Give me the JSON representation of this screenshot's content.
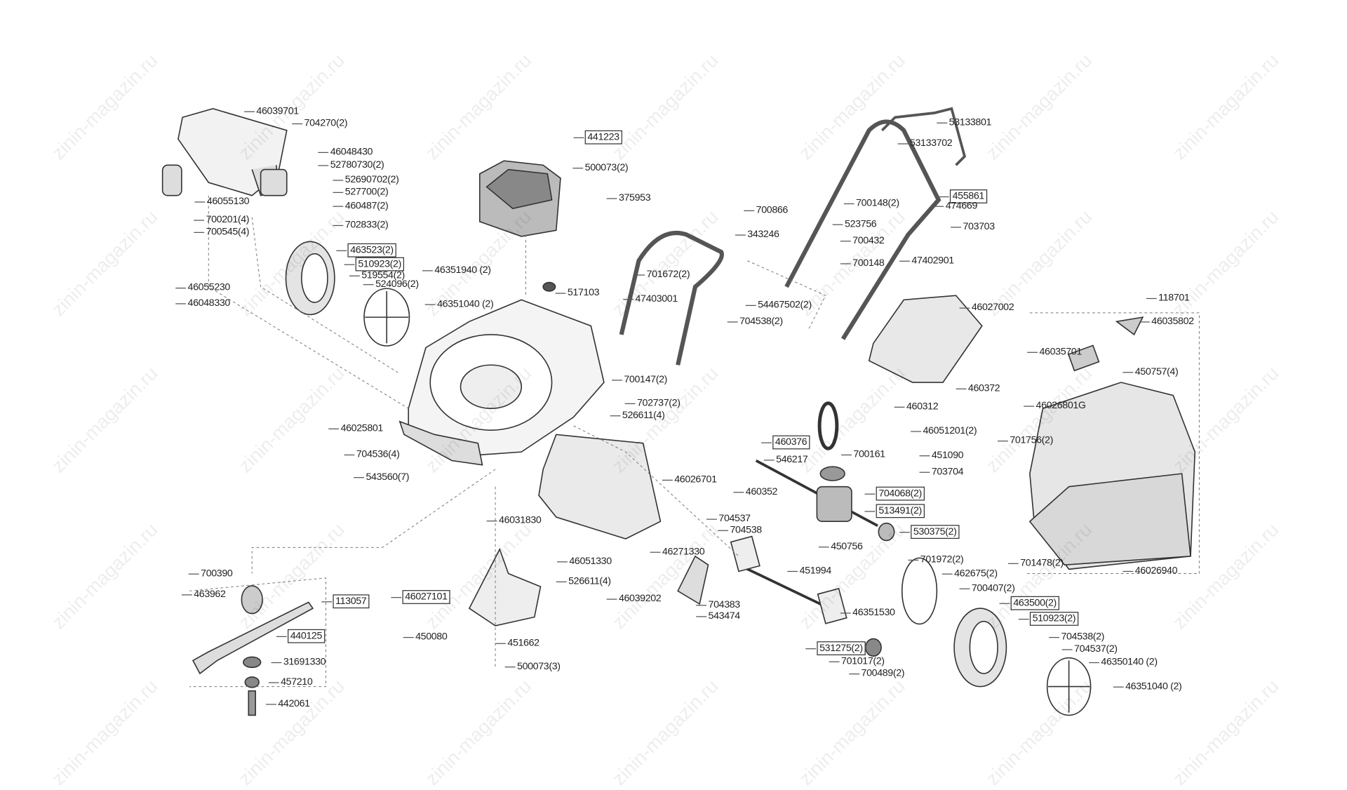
{
  "watermark": "zinin-magazin.ru",
  "parts": [
    {
      "number": "46039701",
      "boxed": false
    },
    {
      "number": "704270(2)",
      "boxed": false
    },
    {
      "number": "46048430",
      "boxed": false
    },
    {
      "number": "52780730(2)",
      "boxed": false
    },
    {
      "number": "52690702(2)",
      "boxed": false
    },
    {
      "number": "527700(2)",
      "boxed": false
    },
    {
      "number": "46055130",
      "boxed": false
    },
    {
      "number": "460487(2)",
      "boxed": false
    },
    {
      "number": "700201(4)",
      "boxed": false
    },
    {
      "number": "700545(4)",
      "boxed": false
    },
    {
      "number": "702833(2)",
      "boxed": false
    },
    {
      "number": "463523(2)",
      "boxed": true
    },
    {
      "number": "510923(2)",
      "boxed": true
    },
    {
      "number": "519554(2)",
      "boxed": false
    },
    {
      "number": "46351940 (2)",
      "boxed": false
    },
    {
      "number": "524096(2)",
      "boxed": false
    },
    {
      "number": "46055230",
      "boxed": false
    },
    {
      "number": "46048330",
      "boxed": false
    },
    {
      "number": "46351040 (2)",
      "boxed": false
    },
    {
      "number": "441223",
      "boxed": true
    },
    {
      "number": "500073(2)",
      "boxed": false
    },
    {
      "number": "375953",
      "boxed": false
    },
    {
      "number": "517103",
      "boxed": false
    },
    {
      "number": "47403001",
      "boxed": false
    },
    {
      "number": "701672(2)",
      "boxed": false
    },
    {
      "number": "700147(2)",
      "boxed": false
    },
    {
      "number": "702737(2)",
      "boxed": false
    },
    {
      "number": "526611(4)",
      "boxed": false
    },
    {
      "number": "46025801",
      "boxed": false
    },
    {
      "number": "704536(4)",
      "boxed": false
    },
    {
      "number": "543560(7)",
      "boxed": false
    },
    {
      "number": "53133801",
      "boxed": false
    },
    {
      "number": "53133702",
      "boxed": false
    },
    {
      "number": "455861",
      "boxed": true
    },
    {
      "number": "700148(2)",
      "boxed": false
    },
    {
      "number": "474669",
      "boxed": false
    },
    {
      "number": "700866",
      "boxed": false
    },
    {
      "number": "523756",
      "boxed": false
    },
    {
      "number": "343246",
      "boxed": false
    },
    {
      "number": "703703",
      "boxed": false
    },
    {
      "number": "700432",
      "boxed": false
    },
    {
      "number": "700148",
      "boxed": false
    },
    {
      "number": "47402901",
      "boxed": false
    },
    {
      "number": "54467502(2)",
      "boxed": false
    },
    {
      "number": "704538(2)",
      "boxed": false
    },
    {
      "number": "46027002",
      "boxed": false
    },
    {
      "number": "118701",
      "boxed": false
    },
    {
      "number": "46035802",
      "boxed": false
    },
    {
      "number": "46035701",
      "boxed": false
    },
    {
      "number": "450757(4)",
      "boxed": false
    },
    {
      "number": "460372",
      "boxed": false
    },
    {
      "number": "46026801G",
      "boxed": false
    },
    {
      "number": "460312",
      "boxed": false
    },
    {
      "number": "46051201(2)",
      "boxed": false
    },
    {
      "number": "701756(2)",
      "boxed": false
    },
    {
      "number": "451090",
      "boxed": false
    },
    {
      "number": "460376",
      "boxed": true
    },
    {
      "number": "546217",
      "boxed": false
    },
    {
      "number": "700161",
      "boxed": false
    },
    {
      "number": "703704",
      "boxed": false
    },
    {
      "number": "460352",
      "boxed": false
    },
    {
      "number": "704068(2)",
      "boxed": true
    },
    {
      "number": "513491(2)",
      "boxed": true
    },
    {
      "number": "530375(2)",
      "boxed": true
    },
    {
      "number": "46026701",
      "boxed": false
    },
    {
      "number": "46031830",
      "boxed": false
    },
    {
      "number": "704537",
      "boxed": false
    },
    {
      "number": "704538",
      "boxed": false
    },
    {
      "number": "46271330",
      "boxed": false
    },
    {
      "number": "450756",
      "boxed": false
    },
    {
      "number": "46051330",
      "boxed": false
    },
    {
      "number": "451994",
      "boxed": false
    },
    {
      "number": "526611(4)",
      "boxed": false
    },
    {
      "number": "46039202",
      "boxed": false
    },
    {
      "number": "701972(2)",
      "boxed": false
    },
    {
      "number": "462675(2)",
      "boxed": false
    },
    {
      "number": "701478(2)",
      "boxed": false
    },
    {
      "number": "46026940",
      "boxed": false
    },
    {
      "number": "700407(2)",
      "boxed": false
    },
    {
      "number": "463500(2)",
      "boxed": true
    },
    {
      "number": "46351530",
      "boxed": false
    },
    {
      "number": "704383",
      "boxed": false
    },
    {
      "number": "543474",
      "boxed": false
    },
    {
      "number": "510923(2)",
      "boxed": true
    },
    {
      "number": "704538(2)",
      "boxed": false
    },
    {
      "number": "704537(2)",
      "boxed": false
    },
    {
      "number": "531275(2)",
      "boxed": true
    },
    {
      "number": "701017(2)",
      "boxed": false
    },
    {
      "number": "46350140 (2)",
      "boxed": false
    },
    {
      "number": "700489(2)",
      "boxed": false
    },
    {
      "number": "46351040 (2)",
      "boxed": false
    },
    {
      "number": "700390",
      "boxed": false
    },
    {
      "number": "463962",
      "boxed": false
    },
    {
      "number": "113057",
      "boxed": true
    },
    {
      "number": "46027101",
      "boxed": true
    },
    {
      "number": "440125",
      "boxed": true
    },
    {
      "number": "450080",
      "boxed": false
    },
    {
      "number": "451662",
      "boxed": false
    },
    {
      "number": "31691330",
      "boxed": false
    },
    {
      "number": "500073(3)",
      "boxed": false
    },
    {
      "number": "457210",
      "boxed": false
    },
    {
      "number": "442061",
      "boxed": false
    }
  ]
}
